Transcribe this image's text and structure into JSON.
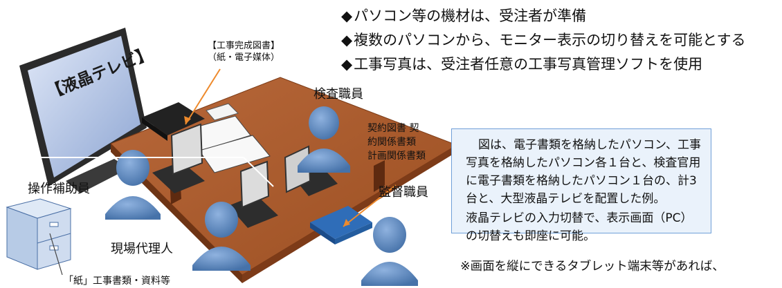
{
  "bullets": [
    "パソコン等の機材は、受注者が準備",
    "複数のパソコンから、モニター表示の切り替えを可能とする",
    "工事写真は、受注者任意の工事写真管理ソフトを使用"
  ],
  "bullet_mark": "◆",
  "labels": {
    "completion_docs_line1": "【工事完成図書】",
    "completion_docs_line2": "（紙・電子媒体）",
    "tv": "【液晶テレビ】",
    "inspector": "検査職員",
    "contract_docs_line1": "契約図書 契",
    "contract_docs_line2": "約関係書類",
    "contract_docs_line3": "計画関係書類",
    "operator_assistant": "操作補助員",
    "supervisor": "監督職員",
    "site_agent": "現場代理人",
    "paper_docs": "「紙」工事書類・資料等"
  },
  "infobox": {
    "line1": "図は、電子書類を格納したパソコン、工事",
    "line2": "写真を格納したパソコン各１台と、検査官用",
    "line3": "に電子書類を格納したパソコン１台の、計3",
    "line4": "台と、大型液晶テレビを配置した例。",
    "line5": "液晶テレビの入力切替で、表示画面（PC）",
    "line6": "の切替えも即座に可能。"
  },
  "note": "※画面を縦にできるタブレット端末等があれば、",
  "colors": {
    "table": "#a0522d",
    "person": "#5b84b8",
    "box_border": "#6f9fd8",
    "arrow": "#ee8a2c"
  }
}
